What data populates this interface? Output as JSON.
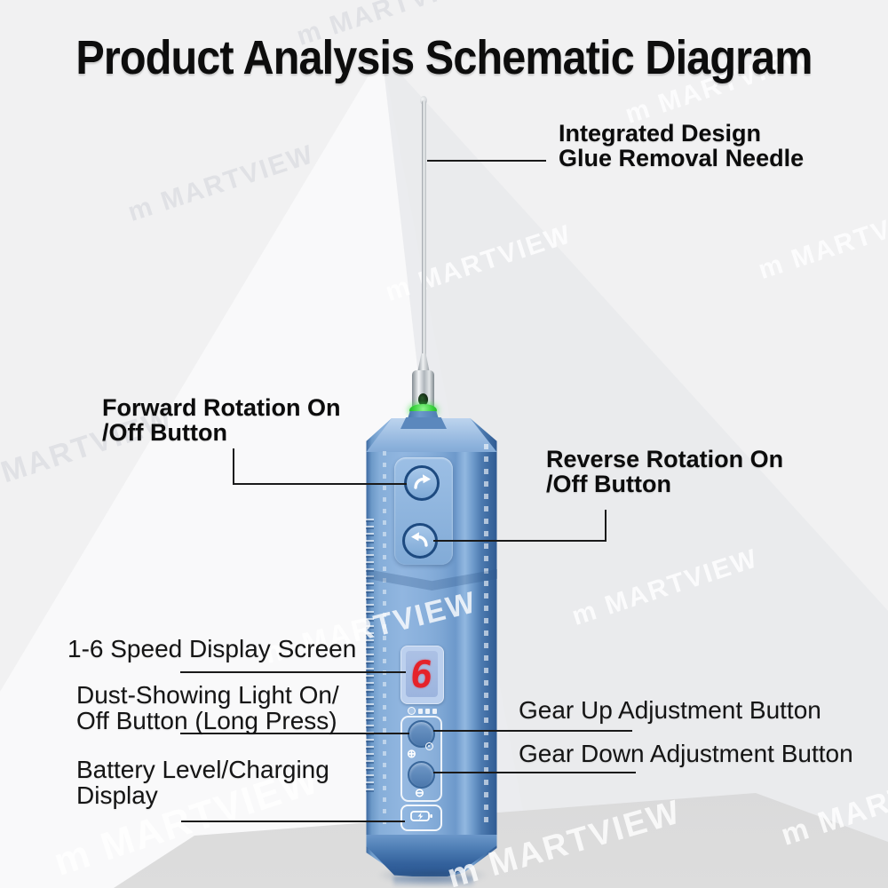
{
  "title": "Product Analysis Schematic Diagram",
  "watermark": {
    "full": "m MARTVIEW"
  },
  "device": {
    "display": {
      "value": "6"
    },
    "icons": {
      "plus": "⊕",
      "minus": "⊖"
    }
  },
  "annotations": {
    "needle_label": {
      "line1": "Integrated Design",
      "line2": "Glue Removal Needle"
    },
    "forward_label": {
      "line1": "Forward Rotation On",
      "line2": "/Off Button"
    },
    "reverse_label": {
      "line1": "Reverse Rotation On",
      "line2": "/Off Button"
    },
    "speed_label": "1-6 Speed Display Screen",
    "dust_label": {
      "line1": "Dust-Showing Light On/",
      "line2": "Off Button (Long Press)"
    },
    "gear_up_label": "Gear Up Adjustment Button",
    "gear_down_label": "Gear Down Adjustment Button",
    "battery_label": {
      "line1": "Battery Level/Charging",
      "line2": "Display"
    }
  },
  "colors": {
    "background": "#f1f1f2",
    "device_main": "#84abd7",
    "device_dark": "#2d5890",
    "digit_red": "#e5222a",
    "led_green": "#34cf38",
    "pedestal_gray": "#d6d6d8",
    "leader_line": "#1a1a1a"
  }
}
